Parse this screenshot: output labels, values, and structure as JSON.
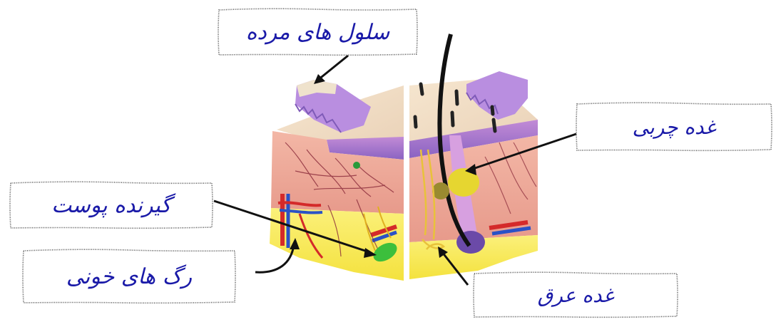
{
  "labels": {
    "dead_cells": "سلول های مرده",
    "epidermis": "گیرنده پوست",
    "blood_vessels": "رگ های خونی",
    "sebaceous_gland": "غده چربی",
    "sweat_gland": "غده عرق"
  },
  "icons": {
    "skin_diagram": "skin-cross-section-illustration"
  },
  "colors": {
    "label_text": "#1a1aa8",
    "arrow": "#111111",
    "box_border": "#555555"
  }
}
